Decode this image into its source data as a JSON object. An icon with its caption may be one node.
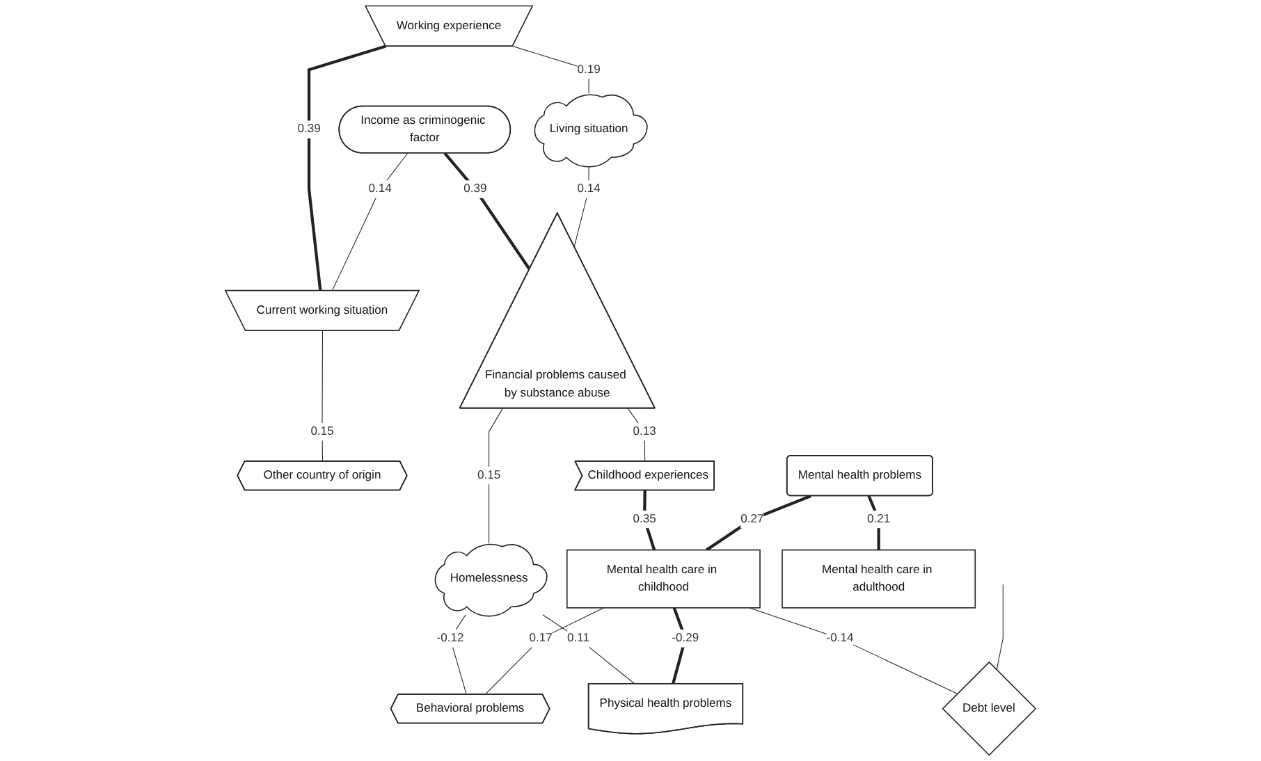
{
  "diagram": {
    "nodes": [
      {
        "text": [
          "Working experience"
        ]
      },
      {
        "text": [
          "Income as criminogenic factor"
        ]
      },
      {
        "text": [
          "Current working situation"
        ]
      },
      {
        "text": [
          "Living situation"
        ]
      },
      {
        "text": [
          "Financial problems caused by substance abuse"
        ]
      },
      {
        "text": [
          "Other country of origin"
        ]
      },
      {
        "text": [
          "Homelessness"
        ]
      },
      {
        "text": [
          "Childhood experiences"
        ]
      },
      {
        "text": [
          "Mental health problems"
        ]
      },
      {
        "text": [
          "Mental health care in childhood"
        ]
      },
      {
        "text": [
          "Debt level"
        ]
      },
      {
        "text": [
          "Mental health care in adulthood"
        ]
      },
      {
        "text": [
          "Physical health problems"
        ]
      },
      {
        "text": [
          "Behavioral problems"
        ]
      }
    ],
    "edges": [
      {
        "from": 0,
        "to": 2,
        "arrow": "none",
        "label": "0.39",
        "style": "thick"
      },
      {
        "from": 1,
        "to": 2,
        "arrow": "none",
        "label": "0.14"
      },
      {
        "from": 0,
        "to": 3,
        "arrow": "none",
        "label": "0.19"
      },
      {
        "from": 1,
        "to": 4,
        "arrow": "none",
        "label": "0.39",
        "style": "thick"
      },
      {
        "from": 3,
        "to": 4,
        "arrow": "none",
        "label": "0.14"
      },
      {
        "from": 2,
        "to": 5,
        "arrow": "none",
        "label": "0.15"
      },
      {
        "from": 4,
        "to": 6,
        "arrow": "none",
        "label": "0.15"
      },
      {
        "from": 4,
        "to": 7,
        "arrow": "none",
        "label": "0.13"
      },
      {
        "from": 7,
        "to": 9,
        "arrow": "none",
        "label": "0.35",
        "style": "thick"
      },
      {
        "from": 9,
        "to": 10,
        "arrow": "none",
        "label": "-0.14"
      },
      {
        "from": null,
        "to": 10,
        "arrow": "none"
      },
      {
        "from": 8,
        "to": 9,
        "arrow": "none",
        "label": "0.27",
        "style": "thick"
      },
      {
        "from": 8,
        "to": 11,
        "arrow": "none",
        "label": "0.21",
        "style": "thick"
      },
      {
        "from": 6,
        "to": 13,
        "arrow": "none",
        "label": "-0.12"
      },
      {
        "from": 6,
        "to": 12,
        "arrow": "none",
        "label": "0.11"
      },
      {
        "from": 9,
        "to": 13,
        "arrow": "none",
        "label": "0.17"
      },
      {
        "from": 9,
        "to": 12,
        "arrow": "none",
        "label": "-0.29",
        "style": "thick"
      }
    ]
  }
}
